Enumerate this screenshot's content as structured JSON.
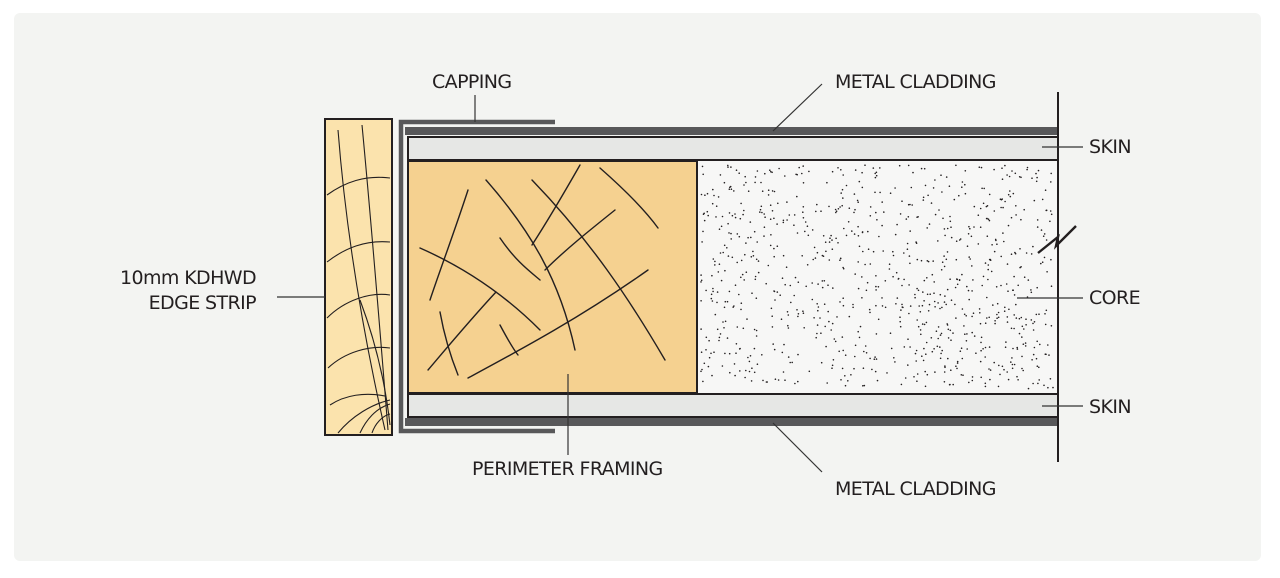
{
  "labels": {
    "capping": "CAPPING",
    "metal_cladding_top": "METAL CLADDING",
    "skin_top": "SKIN",
    "edge_strip_line1": "10mm KDHWD",
    "edge_strip_line2": "EDGE STRIP",
    "core": "CORE",
    "skin_bottom": "SKIN",
    "perimeter_framing": "PERIMETER FRAMING",
    "metal_cladding_bottom": "METAL CLADDING"
  },
  "colors": {
    "background_panel": "#f3f4f2",
    "outline": "#231f20",
    "cladding": "#58585a",
    "skin_fill": "#e6e7e5",
    "core_fill": "#f7f7f6",
    "core_dots": "#231f20",
    "framing_fill": "#f5d190",
    "edge_strip_fill": "#fbe3ad",
    "leader_line": "#333333"
  }
}
